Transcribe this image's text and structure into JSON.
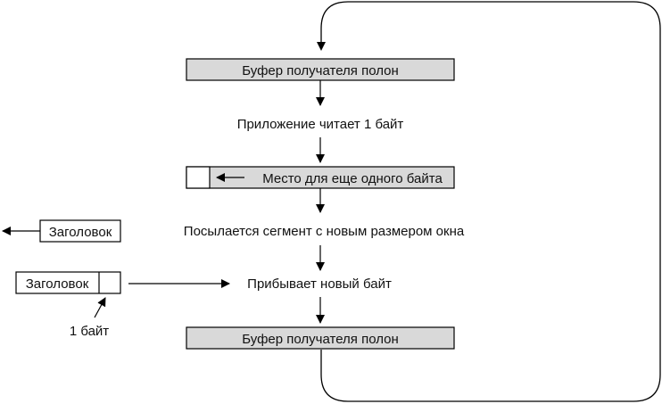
{
  "diagram": {
    "buffer_full_top": "Буфер получателя полон",
    "app_reads": "Приложение читает 1 байт",
    "room_for_byte": "Место для еще одного байта",
    "segment_sent": "Посылается сегмент с новым размером окна",
    "header_out": "Заголовок",
    "header_in": "Заголовок",
    "one_byte": "1 байт",
    "byte_arrives": "Прибывает новый байт",
    "buffer_full_bottom": "Буфер получателя полон"
  },
  "colors": {
    "box_fill": "#d9d9d9",
    "line": "#000000",
    "text": "#111111"
  }
}
